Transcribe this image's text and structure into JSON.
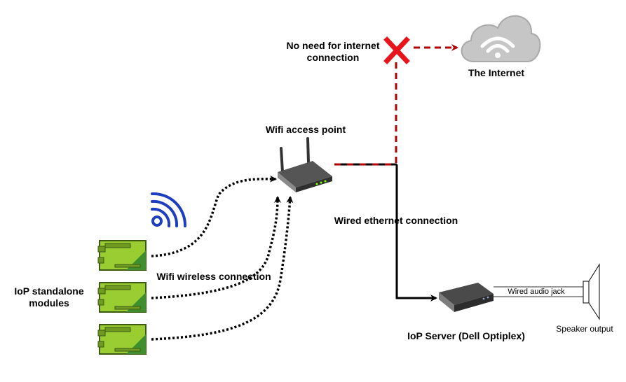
{
  "labels": {
    "no_internet_line1": "No need for internet",
    "no_internet_line2": "connection",
    "internet": "The Internet",
    "wifi_ap": "Wifi access point",
    "wired_eth": "Wired ethernet connection",
    "wifi_wireless": "Wifi wireless connection",
    "modules_line1": "IoP standalone",
    "modules_line2": "modules",
    "server": "IoP Server (Dell Optiplex)",
    "audio_jack": "Wired audio jack",
    "speaker": "Speaker output"
  },
  "colors": {
    "blocked_link": "#b30000",
    "cross": "#e8141b",
    "cloud": "#c6c6c6",
    "wifi_symbol": "#1d3fbf",
    "module_green": "#9acd32",
    "module_dark": "#3f8f2f"
  },
  "icons": [
    "cloud-wifi-icon",
    "cross-icon",
    "router-icon",
    "wifi-signal-icon",
    "module-board-icon",
    "server-box-icon",
    "speaker-icon"
  ]
}
